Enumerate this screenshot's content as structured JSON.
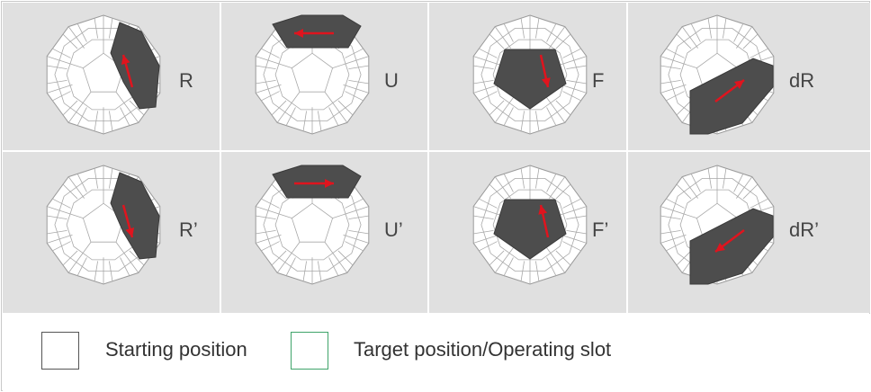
{
  "moves": [
    {
      "label": "R",
      "face": "right"
    },
    {
      "label": "U",
      "face": "top"
    },
    {
      "label": "F",
      "face": "front"
    },
    {
      "label": "dR",
      "face": "lower-right"
    },
    {
      "label": "R’",
      "face": "right"
    },
    {
      "label": "U’",
      "face": "top"
    },
    {
      "label": "F’",
      "face": "front"
    },
    {
      "label": "dR’",
      "face": "lower-right"
    }
  ],
  "legend": {
    "starting": "Starting position",
    "target": "Target position/Operating slot"
  },
  "colors": {
    "panel_bg": "#e0e0e0",
    "face_fill": "#4d4d4d",
    "arrow": "#e0141e",
    "grid_line": "#999999",
    "target_border": "#3fa46a"
  }
}
